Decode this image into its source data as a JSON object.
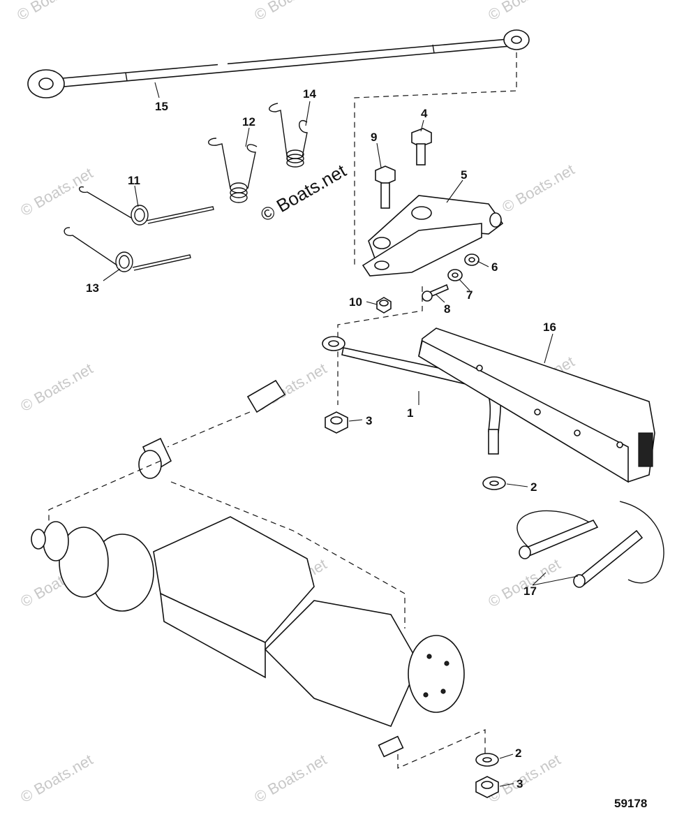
{
  "diagram": {
    "figure_number": "59178",
    "watermark": "© Boats.net",
    "callouts": [
      {
        "id": "c15",
        "text": "15"
      },
      {
        "id": "c14",
        "text": "14"
      },
      {
        "id": "c12",
        "text": "12"
      },
      {
        "id": "c11",
        "text": "11"
      },
      {
        "id": "c13",
        "text": "13"
      },
      {
        "id": "c9",
        "text": "9"
      },
      {
        "id": "c4",
        "text": "4"
      },
      {
        "id": "c5",
        "text": "5"
      },
      {
        "id": "c6",
        "text": "6"
      },
      {
        "id": "c7",
        "text": "7"
      },
      {
        "id": "c8",
        "text": "8"
      },
      {
        "id": "c10",
        "text": "10"
      },
      {
        "id": "c16",
        "text": "16"
      },
      {
        "id": "c1",
        "text": "1"
      },
      {
        "id": "c3a",
        "text": "3"
      },
      {
        "id": "c2a",
        "text": "2"
      },
      {
        "id": "c17",
        "text": "17"
      },
      {
        "id": "c2b",
        "text": "2"
      },
      {
        "id": "c3b",
        "text": "3"
      }
    ]
  }
}
